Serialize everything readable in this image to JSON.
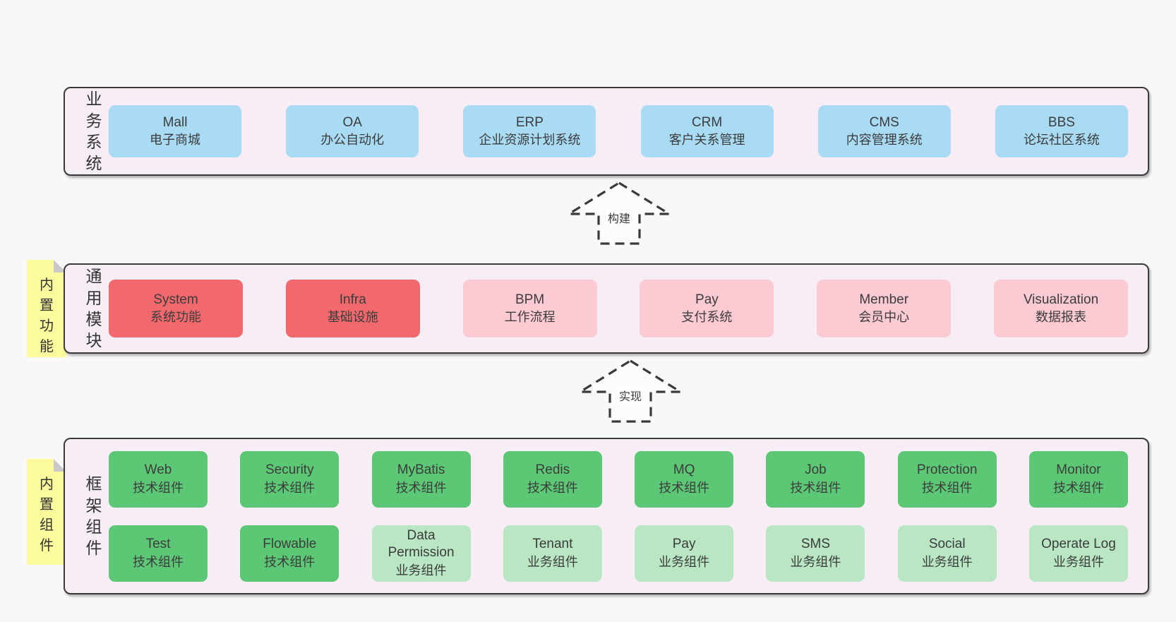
{
  "diagram": {
    "colors": {
      "page_background": "#f8f8f8",
      "panel_background": "#f7edf5",
      "panel_border": "#3a3a3a",
      "box_blue": "#a9dbf5",
      "box_red": "#f1696d",
      "box_pink": "#fbcad3",
      "box_green": "#5cc876",
      "box_green_light": "#b9e6c3",
      "sticky_yellow": "#fbfb9e",
      "sticky_fold_gray": "#c9c9c9"
    },
    "arrows": [
      {
        "label": "构建"
      },
      {
        "label": "实现"
      }
    ],
    "panels": [
      {
        "label": "业务系统",
        "boxes": [
          {
            "title": "Mall",
            "subtitle": "电子商城"
          },
          {
            "title": "OA",
            "subtitle": "办公自动化"
          },
          {
            "title": "ERP",
            "subtitle": "企业资源计划系统"
          },
          {
            "title": "CRM",
            "subtitle": "客户关系管理"
          },
          {
            "title": "CMS",
            "subtitle": "内容管理系统"
          },
          {
            "title": "BBS",
            "subtitle": "论坛社区系统"
          }
        ]
      },
      {
        "label": "通用模块",
        "sticky": "内置功能",
        "boxes": [
          {
            "title": "System",
            "subtitle": "系统功能"
          },
          {
            "title": "Infra",
            "subtitle": "基础设施"
          },
          {
            "title": "BPM",
            "subtitle": "工作流程"
          },
          {
            "title": "Pay",
            "subtitle": "支付系统"
          },
          {
            "title": "Member",
            "subtitle": "会员中心"
          },
          {
            "title": "Visualization",
            "subtitle": "数据报表"
          }
        ]
      },
      {
        "label": "框架组件",
        "sticky": "内置组件",
        "rows": [
          [
            {
              "title": "Web",
              "subtitle": "技术组件"
            },
            {
              "title": "Security",
              "subtitle": "技术组件"
            },
            {
              "title": "MyBatis",
              "subtitle": "技术组件"
            },
            {
              "title": "Redis",
              "subtitle": "技术组件"
            },
            {
              "title": "MQ",
              "subtitle": "技术组件"
            },
            {
              "title": "Job",
              "subtitle": "技术组件"
            },
            {
              "title": "Protection",
              "subtitle": "技术组件"
            },
            {
              "title": "Monitor",
              "subtitle": "技术组件"
            }
          ],
          [
            {
              "title": "Test",
              "subtitle": "技术组件"
            },
            {
              "title": "Flowable",
              "subtitle": "技术组件"
            },
            {
              "title": "Data Permission",
              "subtitle": "业务组件"
            },
            {
              "title": "Tenant",
              "subtitle": "业务组件"
            },
            {
              "title": "Pay",
              "subtitle": "业务组件"
            },
            {
              "title": "SMS",
              "subtitle": "业务组件"
            },
            {
              "title": "Social",
              "subtitle": "业务组件"
            },
            {
              "title": "Operate Log",
              "subtitle": "业务组件"
            }
          ]
        ]
      }
    ]
  }
}
